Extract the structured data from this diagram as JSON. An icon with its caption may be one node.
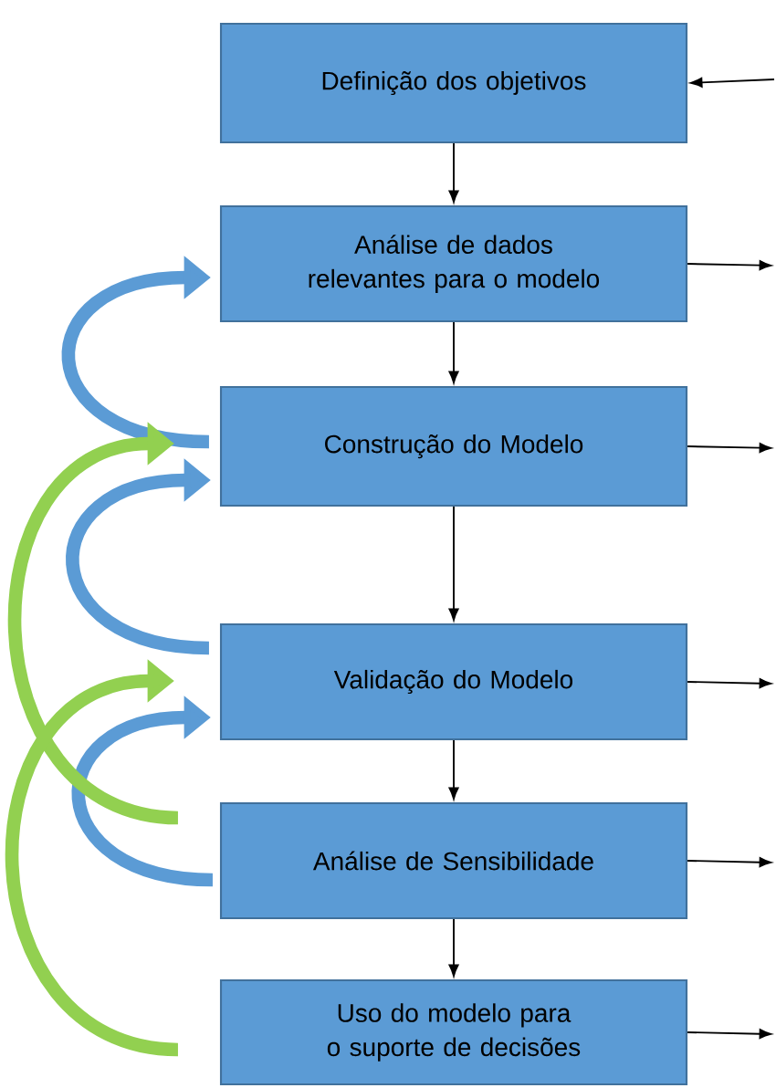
{
  "diagram": {
    "nodes": [
      {
        "text": [
          "Definição dos objetivos"
        ]
      },
      {
        "text": [
          "Análise de dados relevantes para o modelo"
        ]
      },
      {
        "text": [
          "Construção do Modelo"
        ]
      },
      {
        "text": [
          "Validação do Modelo"
        ]
      },
      {
        "text": [
          "Análise de Sensibilidade"
        ]
      },
      {
        "text": [
          "Uso do modelo para o suporte de decisões"
        ]
      }
    ],
    "edges": [
      {
        "from": 0,
        "to": 1,
        "arrow": "to"
      },
      {
        "from": 1,
        "to": 2,
        "arrow": "to"
      },
      {
        "from": 2,
        "to": 3,
        "arrow": "to"
      },
      {
        "from": 3,
        "to": 4,
        "arrow": "to"
      },
      {
        "from": 4,
        "to": 5,
        "arrow": "to"
      },
      {
        "from": null,
        "to": 0,
        "arrow": "to"
      },
      {
        "from": 1,
        "to": null,
        "arrow": "to"
      },
      {
        "from": 2,
        "to": null,
        "arrow": "to"
      },
      {
        "from": 3,
        "to": null,
        "arrow": "to"
      },
      {
        "from": 4,
        "to": null,
        "arrow": "to"
      },
      {
        "from": 5,
        "to": null,
        "arrow": "to"
      },
      {
        "from": 2,
        "to": 1,
        "arrow": "to",
        "style": "thick",
        "color": "#5b9bd5"
      },
      {
        "from": 3,
        "to": 2,
        "arrow": "to",
        "style": "thick",
        "color": "#5b9bd5"
      },
      {
        "from": 4,
        "to": 3,
        "arrow": "to",
        "style": "thick",
        "color": "#5b9bd5"
      },
      {
        "from": 4,
        "to": 2,
        "arrow": "to",
        "style": "thick",
        "color": "#92d050"
      },
      {
        "from": 5,
        "to": 3,
        "arrow": "to",
        "style": "thick",
        "color": "#92d050"
      }
    ]
  }
}
